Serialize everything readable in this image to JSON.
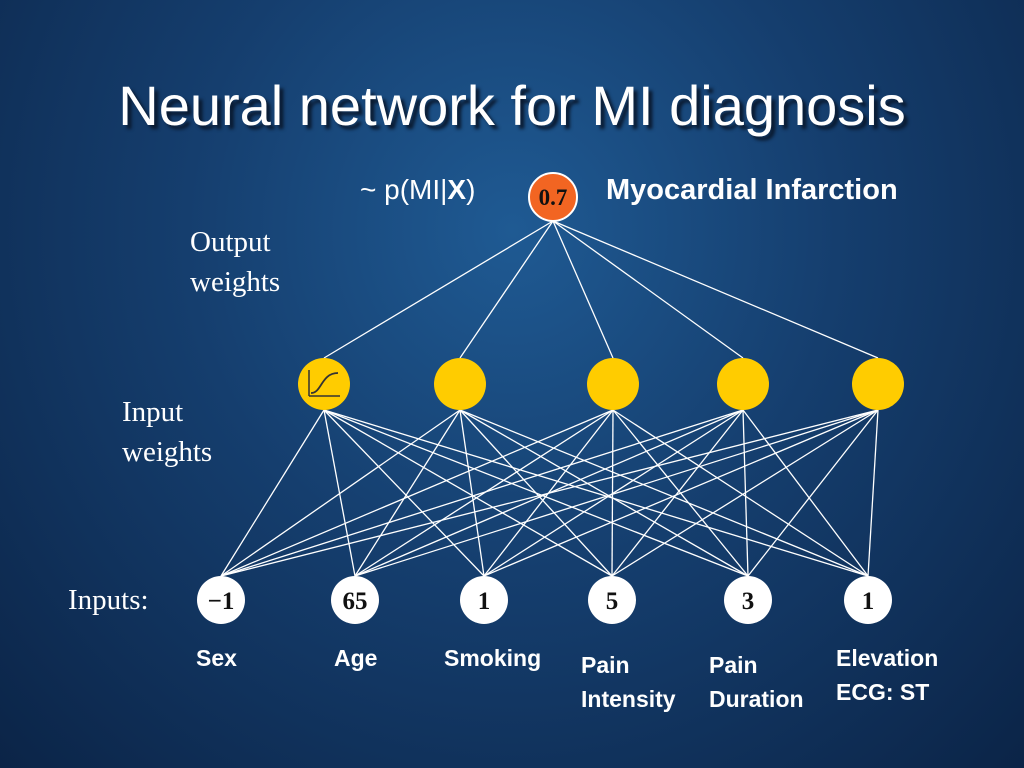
{
  "title": "Neural network for MI diagnosis",
  "output": {
    "probability_prefix": "~ p(MI|",
    "probability_var": "X",
    "probability_suffix": ")",
    "value": "0.7",
    "name": "Myocardial Infarction"
  },
  "labels": {
    "output_weights_line1": "Output",
    "output_weights_line2": "weights",
    "input_weights_line1": "Input",
    "input_weights_line2": "weights",
    "inputs": "Inputs:"
  },
  "inputs": [
    {
      "value": "−1",
      "label1": "Sex",
      "label2": ""
    },
    {
      "value": "65",
      "label1": "Age",
      "label2": ""
    },
    {
      "value": "1",
      "label1": "Smoking",
      "label2": ""
    },
    {
      "value": "5",
      "label1": "Pain",
      "label2": "Intensity"
    },
    {
      "value": "3",
      "label1": "Pain",
      "label2": "Duration"
    },
    {
      "value": "1",
      "label1": "Elevation",
      "label2": "ECG: ST"
    }
  ],
  "hidden_count": 5,
  "colors": {
    "output_node": "#f26522",
    "hidden_node": "#ffcc00",
    "input_node": "#ffffff",
    "edge": "#ffffff"
  }
}
